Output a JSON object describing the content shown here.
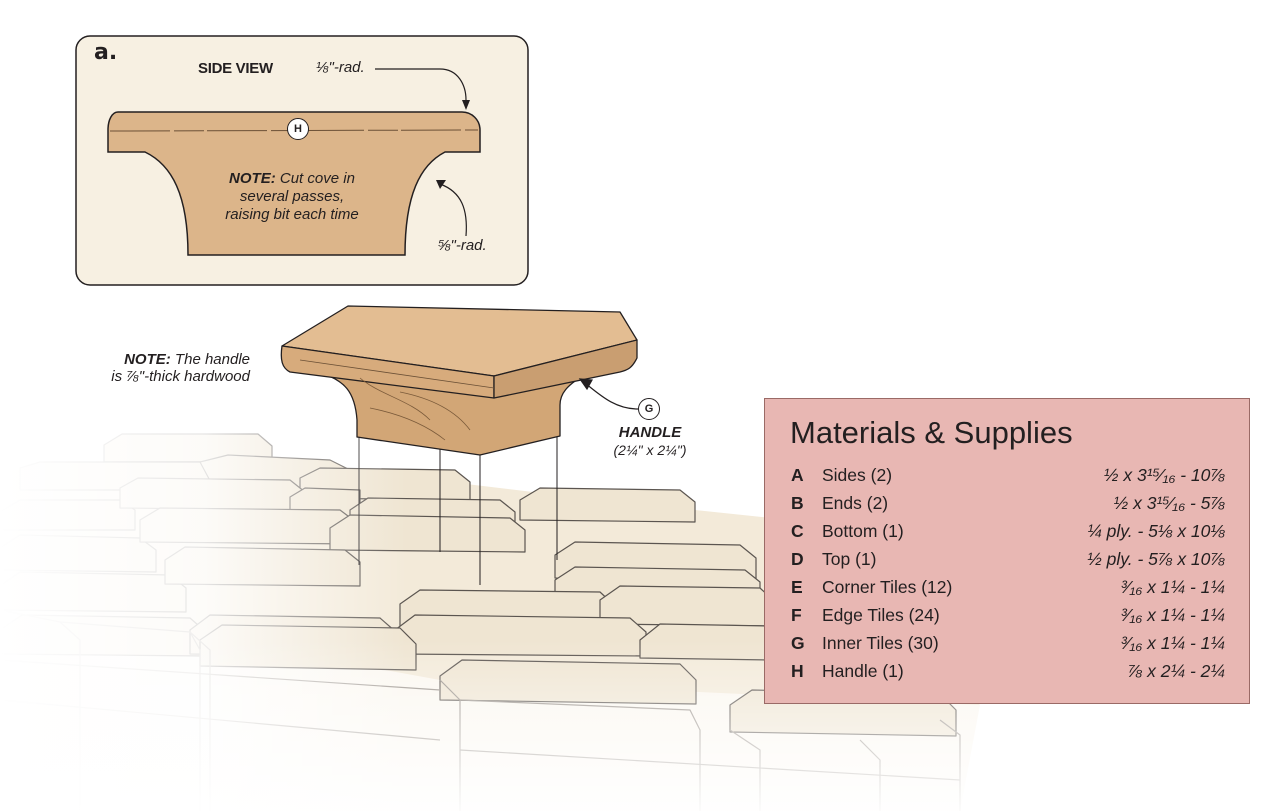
{
  "inset": {
    "tag": "a.",
    "title": "SIDE VIEW",
    "top_radius": "⅛\"-rad.",
    "bottom_radius": "⅝\"-rad.",
    "part_callout": "H",
    "note": "NOTE: Cut cove in several passes, raising bit each time"
  },
  "handle_note": "NOTE: The handle is ⅞\"-thick hardwood",
  "handle_callout": {
    "letter": "G",
    "title": "HANDLE",
    "size": "(2¼\" x 2¼\")"
  },
  "materials": {
    "title": "Materials & Supplies",
    "items": [
      {
        "letter": "A",
        "name": "Sides (2)",
        "dim": "½ x 3¹⁵⁄₁₆ - 10⅞"
      },
      {
        "letter": "B",
        "name": "Ends (2)",
        "dim": "½ x 3¹⁵⁄₁₆ - 5⅞"
      },
      {
        "letter": "C",
        "name": "Bottom (1)",
        "dim": "¼ ply. - 5⅛ x 10⅛"
      },
      {
        "letter": "D",
        "name": "Top (1)",
        "dim": "½ ply. - 5⅞ x 10⅞"
      },
      {
        "letter": "E",
        "name": "Corner Tiles (12)",
        "dim": "³⁄₁₆ x 1¼ - 1¼"
      },
      {
        "letter": "F",
        "name": "Edge Tiles (24)",
        "dim": "³⁄₁₆ x 1¼ - 1¼"
      },
      {
        "letter": "G",
        "name": "Inner Tiles (30)",
        "dim": "³⁄₁₆ x 1¼ - 1¼"
      },
      {
        "letter": "H",
        "name": "Handle (1)",
        "dim": "⅞ x 2¼ - 2¼"
      }
    ]
  },
  "colors": {
    "wood": "#dcb58a",
    "wood_dark": "#c69a6c",
    "tile": "#f3ead9",
    "inset_bg": "#f7f0e2",
    "panel": "#e8b7b3",
    "line": "#231f20"
  }
}
